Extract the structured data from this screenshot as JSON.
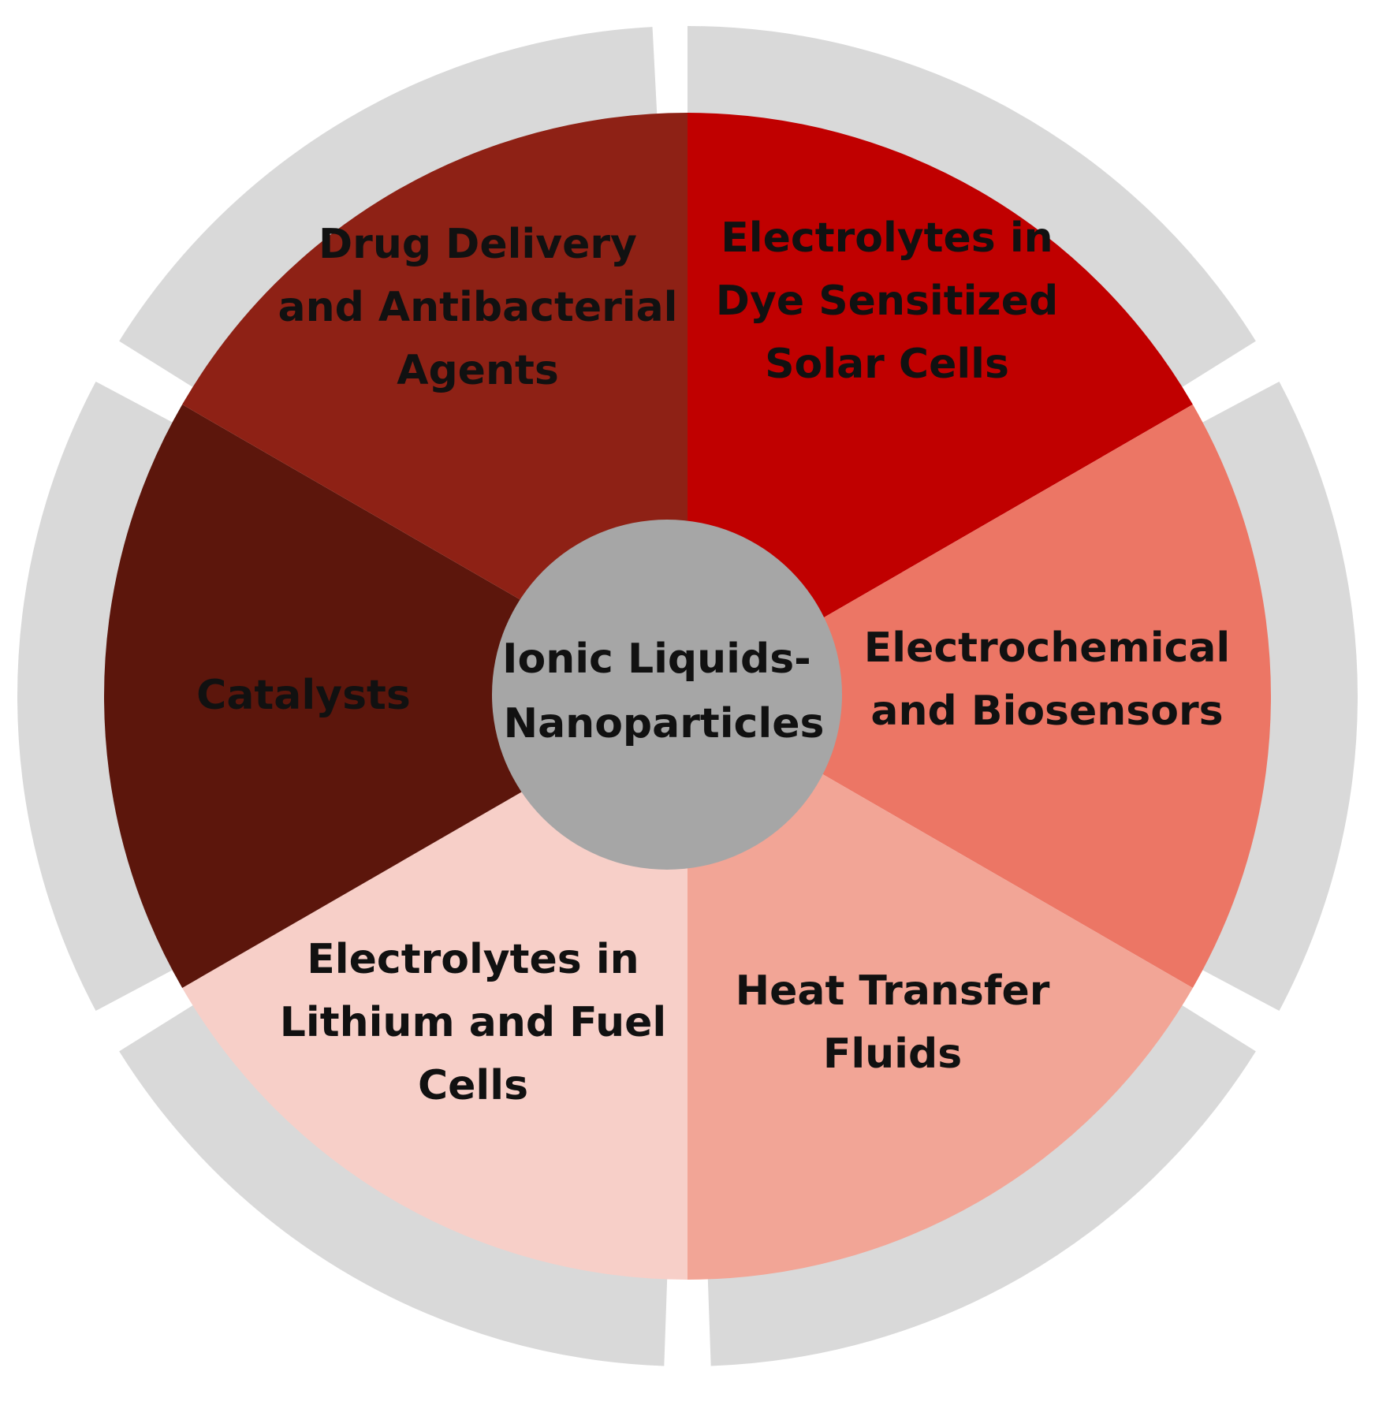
{
  "center": {
    "lines": [
      "Ionic Liquids-",
      "Nanoparticles"
    ],
    "color": "#a6a6a6"
  },
  "ring_color": "#d9d9d9",
  "segments": [
    {
      "id": "dssc",
      "lines": [
        "Electrolytes in",
        "Dye Sensitized",
        "Solar Cells"
      ],
      "color": "#c00000"
    },
    {
      "id": "sensors",
      "lines": [
        "Electrochemical",
        "and Biosensors"
      ],
      "color": "#ec7665"
    },
    {
      "id": "heat",
      "lines": [
        "Heat Transfer",
        "Fluids"
      ],
      "color": "#f2a596"
    },
    {
      "id": "lithium",
      "lines": [
        "Electrolytes in",
        "Lithium and Fuel",
        "Cells"
      ],
      "color": "#f7cfc8"
    },
    {
      "id": "catalysts",
      "lines": [
        "Catalysts"
      ],
      "color": "#5c160c"
    },
    {
      "id": "drug",
      "lines": [
        "Drug Delivery",
        "and Antibacterial",
        "Agents"
      ],
      "color": "#8e2115"
    }
  ]
}
